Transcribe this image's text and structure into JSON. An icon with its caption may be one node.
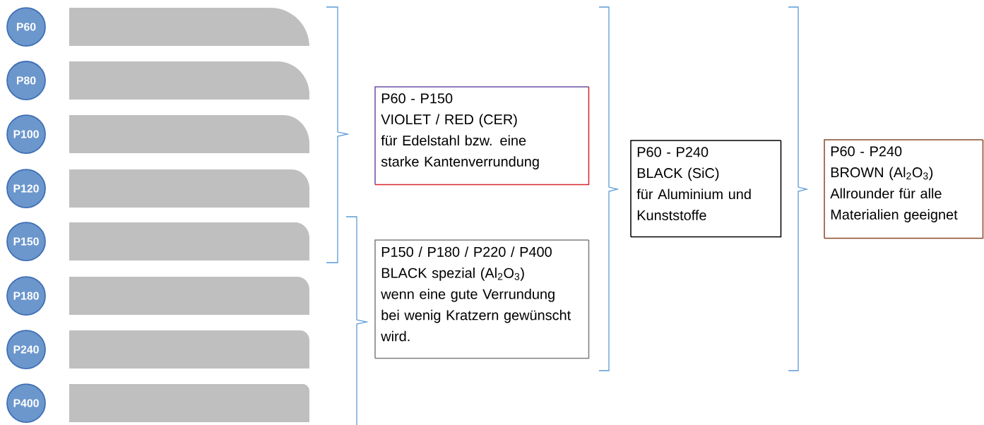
{
  "diagram": {
    "nodes": [
      {
        "text": [
          "P60"
        ]
      },
      {
        "text": [
          "P80"
        ]
      },
      {
        "text": [
          "P100"
        ]
      },
      {
        "text": [
          "P120"
        ]
      },
      {
        "text": [
          "P150"
        ]
      },
      {
        "text": [
          "P180"
        ]
      },
      {
        "text": [
          "P240"
        ]
      },
      {
        "text": [
          "P400"
        ]
      },
      {
        "text": [
          "P60 - P150",
          "VIOLET / RED (CER)",
          "für Edelstahl bzw. eine starke Kantenverrundung"
        ]
      },
      {
        "text": [
          "P150 / P180 / P220 / P400",
          "BLACK spezial (Al$_{2}$O$_{3}$)",
          "wenn eine gute Verrundung bei wenig Kratzern gewünscht wird."
        ]
      },
      {
        "text": [
          "P60 - P240",
          "BLACK (SiC)",
          "für Aluminium und Kunststoffe"
        ]
      },
      {
        "text": [
          "P60 - P240",
          "BROWN (Al$_{2}$O$_{3}$)",
          "Allrounder für alle Materialien geeignet"
        ]
      },
      {
        "text": [],
        "shape": "bar"
      },
      {
        "text": [],
        "shape": "bar"
      },
      {
        "text": [],
        "shape": "bar"
      },
      {
        "text": [],
        "shape": "bar"
      },
      {
        "text": [],
        "shape": "bar"
      },
      {
        "text": [],
        "shape": "bar"
      },
      {
        "text": [],
        "shape": "bar"
      },
      {
        "text": [],
        "shape": "bar"
      }
    ]
  }
}
